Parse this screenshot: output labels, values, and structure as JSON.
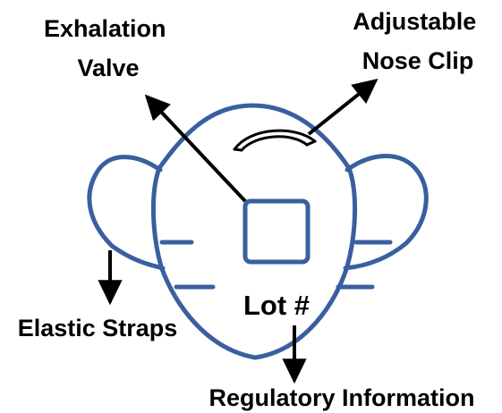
{
  "colors": {
    "mask_outline": "#3a5fa0",
    "text": "#000000",
    "arrow": "#000000",
    "background": "#ffffff"
  },
  "labels": {
    "exhalation_valve": [
      "Exhalation",
      "Valve"
    ],
    "nose_clip": [
      "Adjustable",
      "Nose Clip"
    ],
    "elastic_straps": "Elastic Straps",
    "lot": "Lot #",
    "regulatory_information": "Regulatory Information"
  }
}
